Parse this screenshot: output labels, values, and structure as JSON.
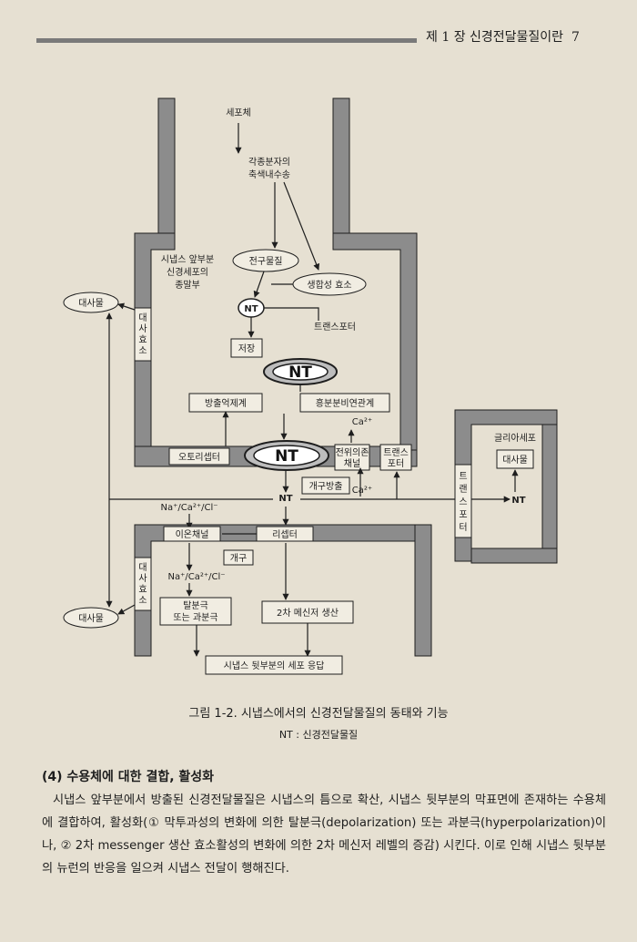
{
  "header": {
    "chapter_title": "제 1 장 신경전달물질이란",
    "page_number": "7"
  },
  "figure": {
    "cell_body": "세포체",
    "axonal_transport": [
      "각종분자의",
      "축색내수송"
    ],
    "presynaptic_terminal": [
      "시냅스 앞부분",
      "신경세포의",
      "종말부"
    ],
    "precursor": "전구물질",
    "synthase": "생합성 효소",
    "nt": "NT",
    "transporter": "트랜스포터",
    "storage": "저장",
    "release_inhibition": "방출억제계",
    "excitation_secretion": "흥분분비연관계",
    "ca": "Ca²⁺",
    "autoreceptor": "오토리셉터",
    "voltage_channel": [
      "전위의존",
      "채널"
    ],
    "transporter_short": [
      "트랜스",
      "포터"
    ],
    "exocytosis": "개구방출",
    "metabolic_enzyme": "대사효소",
    "metabolite": "대사물",
    "ions": "Na⁺/Ca²⁺/Cl⁻",
    "ion_channel": "이온채널",
    "receptor": "리셉터",
    "opening": "개구",
    "polarization": [
      "탈분극",
      "또는 과분극"
    ],
    "second_messenger": "2차 메신저 생산",
    "postsynaptic_response": "시냅스 뒷부분의 세포 응답",
    "glia": "글리아세포",
    "glia_transporter": "트랜스포터"
  },
  "caption": "그림 1-2. 시냅스에서의 신경전달물질의 동태와 기능",
  "legend": "NT : 신경전달물질",
  "section_title": "(4) 수용체에 대한 결합, 활성화",
  "paragraph": "시냅스 앞부분에서 방출된 신경전달물질은 시냅스의 틈으로 확산, 시냅스 뒷부분의 막표면에 존재하는 수용체에 결합하여, 활성화(① 막투과성의 변화에 의한 탈분극(depolarization) 또는 과분극(hyperpolarization)이나, ② 2차 messenger 생산 효소활성의 변화에 의한 2차 메신저 레벨의 증감) 시킨다. 이로 인해 시냅스 뒷부분의 뉴런의 반응을 일으켜 시냅스 전달이 행해진다."
}
